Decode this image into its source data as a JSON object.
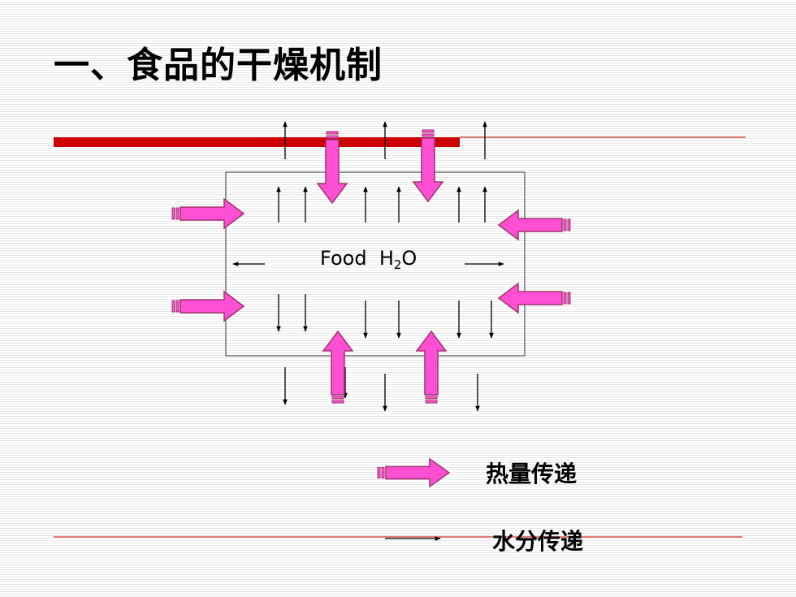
{
  "slide": {
    "title": "一、食品的干燥机制"
  },
  "diagram": {
    "food_word": "Food",
    "water_formula": {
      "base": "H",
      "subscript": "2",
      "suffix": "O"
    }
  },
  "legend": {
    "heat_label": "热量传递",
    "water_label": "水分传递",
    "heat_icon": "thick-pink-arrow-icon",
    "water_icon": "thin-black-arrow-icon"
  },
  "colors": {
    "heat_arrow_fill": "#ff4fd3",
    "heat_arrow_stroke": "#a0336e",
    "accent_bar": "#cc0000",
    "rule_line": "#d9534f"
  }
}
